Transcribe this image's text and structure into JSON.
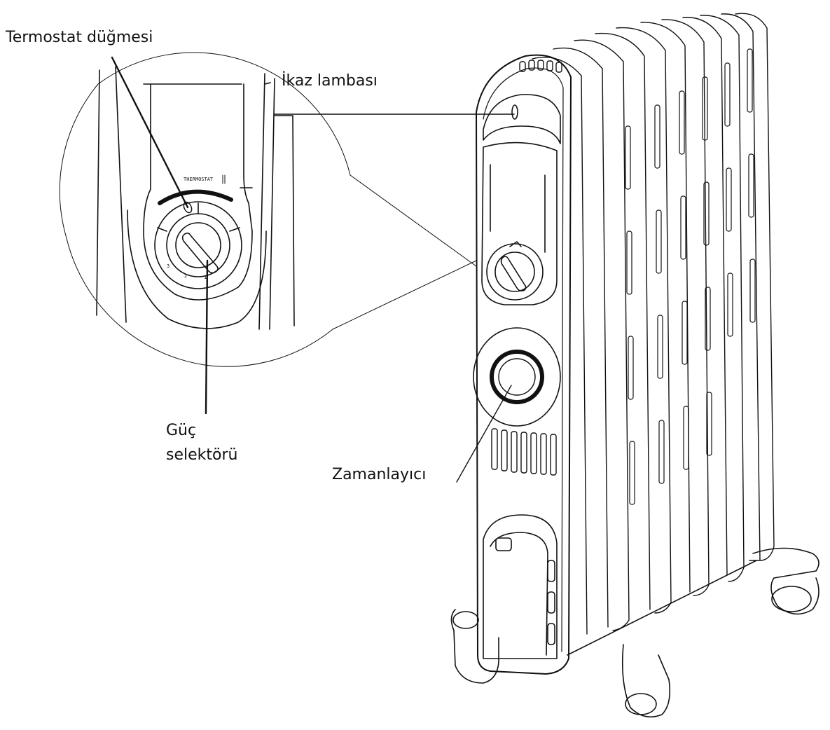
{
  "labels": {
    "thermostat_knob": "Termostat düğmesi",
    "warning_lamp": "İkaz lambası",
    "power_selector_line1": "Güç",
    "power_selector_line2": "selektörü",
    "timer": "Zamanlayıcı"
  },
  "dial": {
    "thermostat_caption": "THERMOSTAT",
    "scale_marks": [
      "3",
      "2",
      "1"
    ]
  }
}
